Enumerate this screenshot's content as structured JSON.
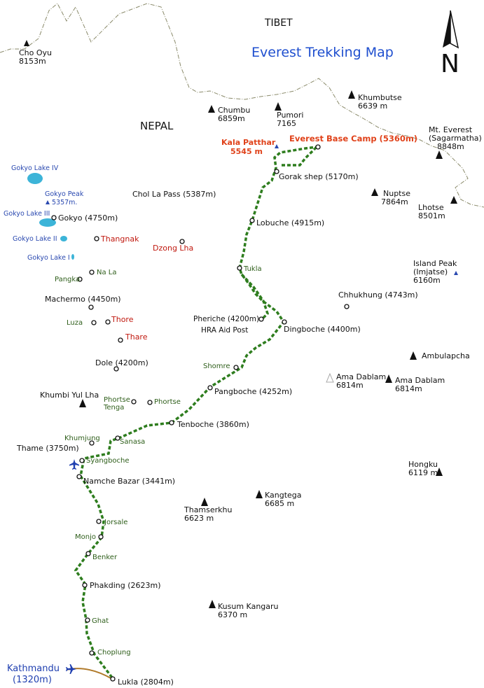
{
  "title": "Everest Trekking Map",
  "countries": {
    "tibet": "TIBET",
    "nepal": "NEPAL"
  },
  "compass": "N",
  "colors": {
    "title": "#1f4fcf",
    "trail": "#2e7d1e",
    "flight": "#b07a2a",
    "lake": "#3cb4d8",
    "highlight": "#e0421a"
  },
  "highlights": {
    "kala_patthar": {
      "name": "Kala Patthar",
      "elev": "5545 m"
    },
    "ebc": "Everest Base Camp (5360m)"
  },
  "peaks": {
    "cho_oyu": {
      "name": "Cho Oyu",
      "elev": "8153m"
    },
    "chumbu": {
      "name": "Chumbu",
      "elev": "6859m"
    },
    "pumori": {
      "name": "Pumori",
      "elev": "7165"
    },
    "khumbutse": {
      "name": "Khumbutse",
      "elev": "6639 m"
    },
    "everest": {
      "name": "Mt. Everest",
      "alt": "(Sagarmatha)",
      "elev": "8848m"
    },
    "nuptse": {
      "name": "Nuptse",
      "elev": "7864m"
    },
    "lhotse": {
      "name": "Lhotse",
      "elev": "8501m"
    },
    "island": {
      "name": "Island Peak",
      "alt": "(Imjatse)",
      "elev": "6160m"
    },
    "ambulapcha": {
      "name": "Ambulapcha"
    },
    "ama_dablam": {
      "name": "Ama Dablam",
      "elev": "6814m"
    },
    "ama_dablam_ghost": {
      "name": "Ama Dablam",
      "elev": "6814m"
    },
    "hongku": {
      "name": "Hongku",
      "elev": "6119 m"
    },
    "kangtega": {
      "name": "Kangtega",
      "elev": "6685 m"
    },
    "thamserkhu": {
      "name": "Thamserkhu",
      "elev": "6623 m"
    },
    "kusum": {
      "name": "Kusum Kangaru",
      "elev": "6370 m"
    },
    "khumbi_yul_lha": {
      "name": "Khumbi Yul Lha"
    },
    "gokyo_peak": {
      "name": "Gokyo Peak",
      "elev": "5357m."
    }
  },
  "places": {
    "gorak_shep": "Gorak shep (5170m)",
    "lobuche": "Lobuche (4915m)",
    "tukla": "Tukla",
    "pheriche": "Pheriche (4200m)",
    "hra": "HRA Aid Post",
    "dingboche": "Dingboche (4400m)",
    "chhukhung": "Chhukhung (4743m)",
    "shomre": "Shomre",
    "pangboche": "Pangboche (4252m)",
    "phortse_tenga_1": "Phortse",
    "phortse_tenga_2": "Tenga",
    "phortse": "Phortse",
    "tenboche": "Tenboche (3860m)",
    "khumjung": "Khumjung",
    "sanasa": "Sanasa",
    "thame": "Thame (3750m)",
    "syangboche": "Syangboche",
    "namche": "Namche Bazar (3441m)",
    "jorsale": "Jorsale",
    "monjo": "Monjo",
    "benker": "Benker",
    "phakding": "Phakding (2623m)",
    "ghat": "Ghat",
    "choplung": "Choplung",
    "lukla": "Lukla (2804m)",
    "chol_la": "Chol La Pass (5387m)",
    "gokyo": "Gokyo (4750m)",
    "thangnak": "Thangnak",
    "dzong_lha": "Dzong Lha",
    "na_la": "Na La",
    "pangka": "Pangka",
    "machermo": "Machermo (4450m)",
    "luza": "Luza",
    "thore": "Thore",
    "thare": "Thare",
    "dole": "Dole (4200m)"
  },
  "lakes": {
    "l4": "Gokyo Lake IV",
    "l3": "Gokyo Lake III",
    "l2": "Gokyo Lake II",
    "l1": "Gokyo Lake I"
  },
  "kathmandu": {
    "name": "Kathmandu",
    "elev": "(1320m)"
  }
}
